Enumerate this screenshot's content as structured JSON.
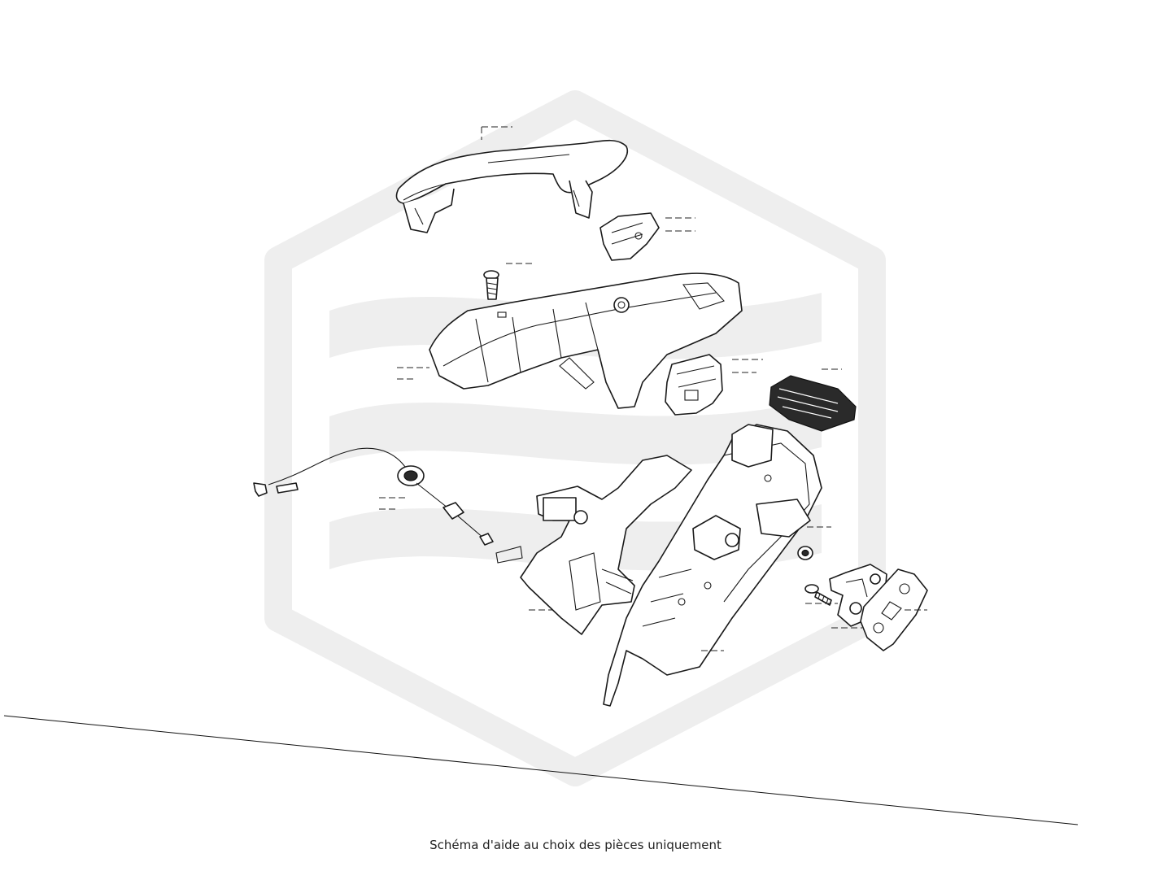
{
  "caption": "Schéma d'aide au choix des pièces uniquement",
  "colors": {
    "background": "#ffffff",
    "watermark": "#eeeeee",
    "line": "#1a1a1a"
  },
  "diagram": {
    "watermark": "hexagon-wave-logo",
    "parts": [
      "exterior-handle",
      "handle-cap",
      "screw",
      "handle-carrier-bracket",
      "lock-cylinder-module",
      "connector-module",
      "release-cable",
      "inner-bracket",
      "door-lock-actuator",
      "small-bolt",
      "striker-screw",
      "striker",
      "striker-shim"
    ]
  }
}
